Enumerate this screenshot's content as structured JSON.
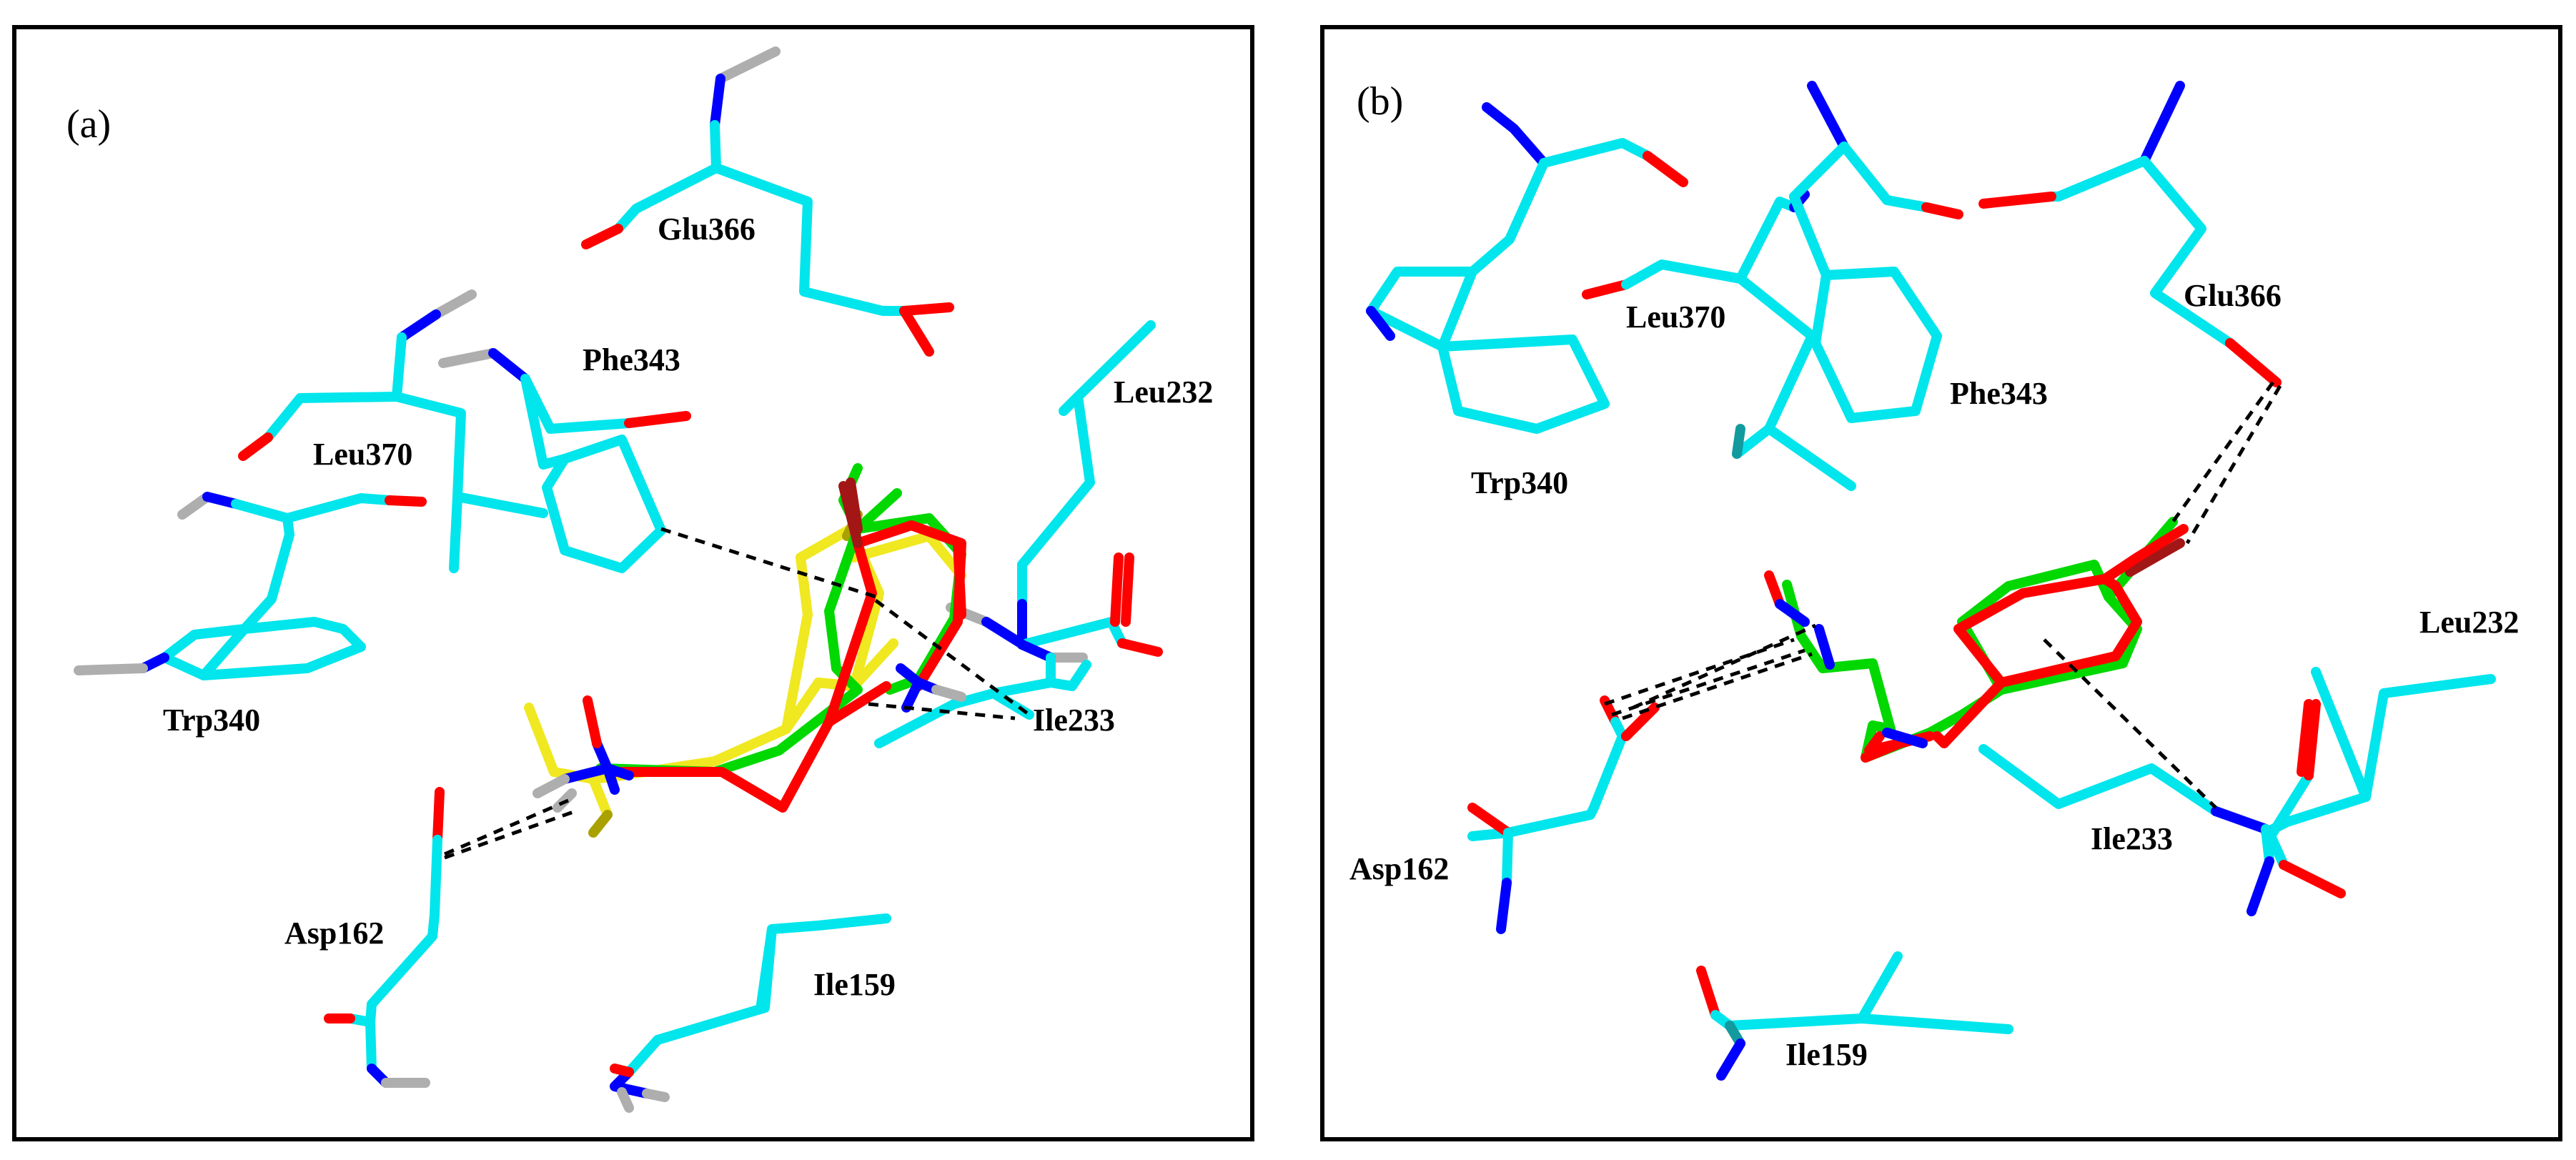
{
  "panels": [
    {
      "label": "(a)",
      "residues": [
        "Glu366",
        "Phe343",
        "Leu370",
        "Leu232",
        "Trp340",
        "Ile233",
        "Asp162",
        "Ile159"
      ]
    },
    {
      "label": "(b)",
      "residues": [
        "Trp340",
        "Leu370",
        "Glu366",
        "Phe343",
        "Leu232",
        "Ile233",
        "Asp162",
        "Ile159"
      ]
    }
  ],
  "colors": {
    "carbon_receptor": "#00e6ec",
    "carbon_receptor_shadow": "#139a9e",
    "oxygen": "#ff0000",
    "nitrogen": "#0000ff",
    "hydrogen": "#aeaeae",
    "ligand_green": "#00d800",
    "ligand_red": "#ff0000",
    "ligand_yellow": "#f0e820",
    "hbond": "#000000"
  }
}
